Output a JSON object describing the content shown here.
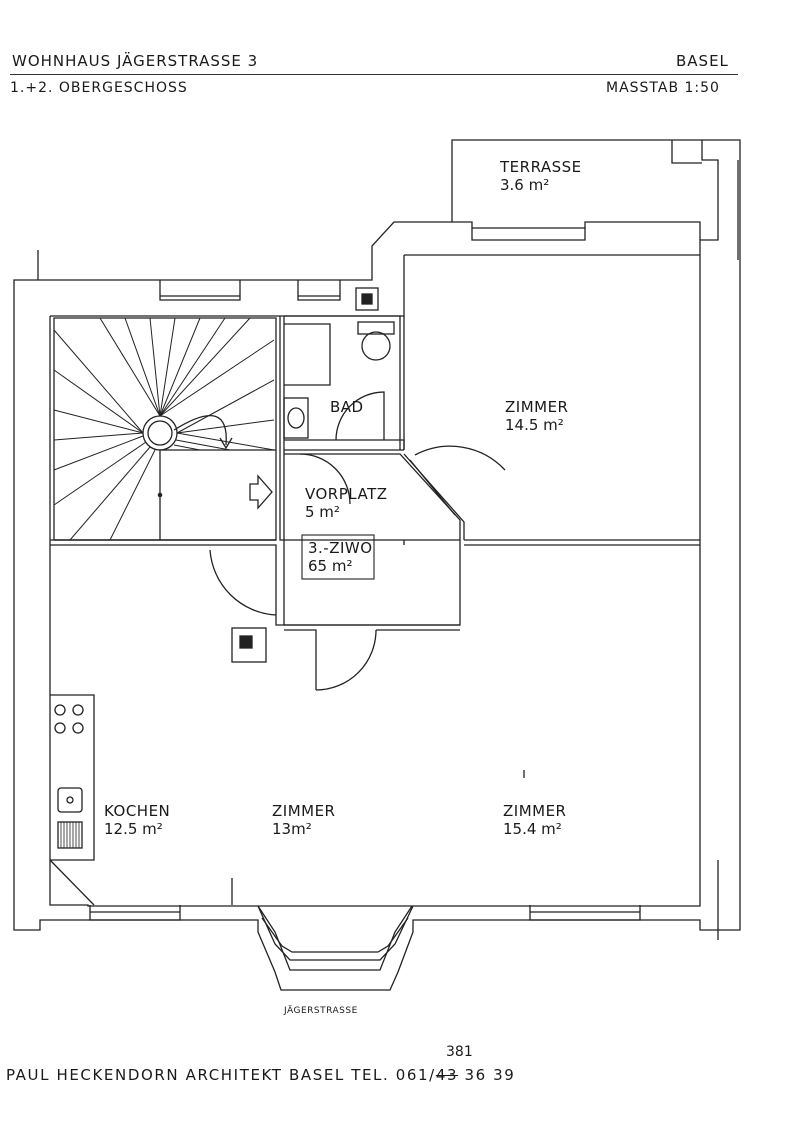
{
  "header": {
    "building": "WOHNHAUS  JÄGERSTRASSE  3",
    "city": "BASEL",
    "floor": "1.+2. OBERGESCHOSS",
    "scale": "MASSTAB  1:50"
  },
  "rooms": {
    "terrasse": {
      "name": "TERRASSE",
      "area": "3.6 m²"
    },
    "bad": {
      "name": "BAD"
    },
    "zimmer_ne": {
      "name": "ZIMMER",
      "area": "14.5 m²"
    },
    "vorplatz": {
      "name": "VORPLATZ",
      "area": "5 m²"
    },
    "ziwo": {
      "name": "3.-ZIWO",
      "area": "65 m²"
    },
    "kochen": {
      "name": "KOCHEN",
      "area": "12.5 m²"
    },
    "zimmer_mid": {
      "name": "ZIMMER",
      "area": "13m²"
    },
    "zimmer_se": {
      "name": "ZIMMER",
      "area": "15.4 m²"
    }
  },
  "street": "JÄGERSTRASSE",
  "footer": {
    "prefix": "PAUL  HECKENDORN  ARCHITEKT  BASEL   TEL. 061/",
    "struck": "43",
    "suffix": " 36 39",
    "handwritten": "381"
  }
}
